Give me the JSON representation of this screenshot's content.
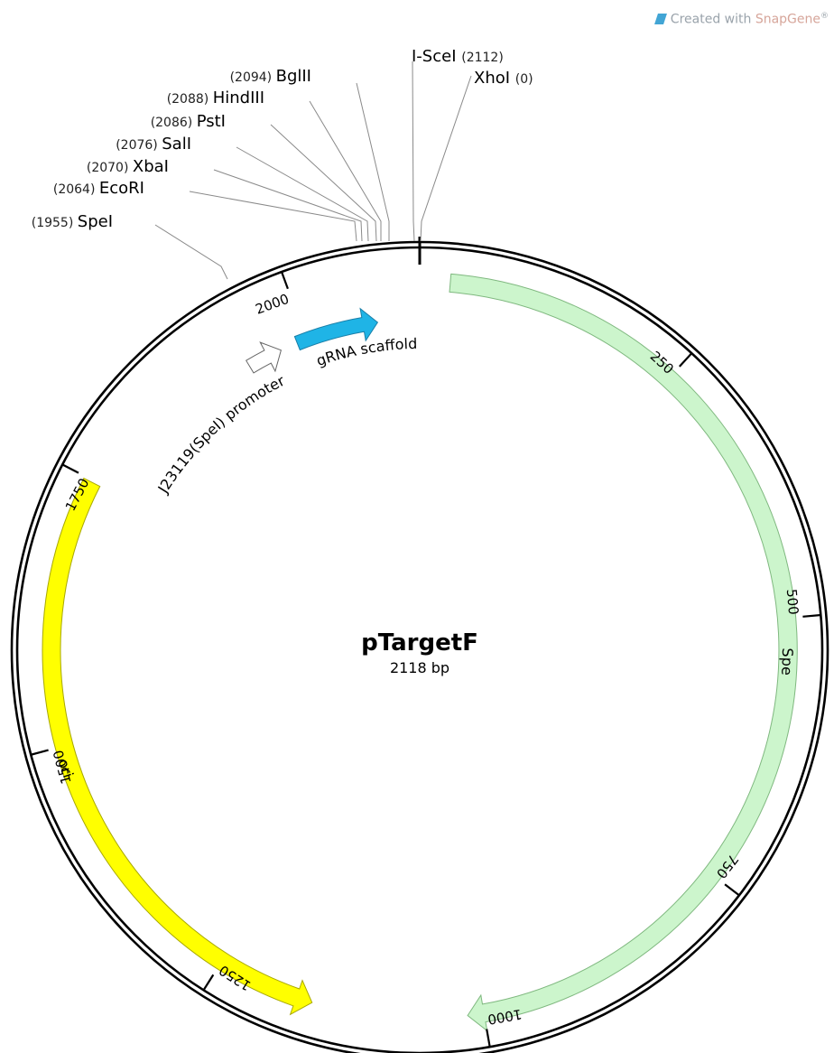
{
  "watermark": {
    "prefix": "Created with ",
    "brand": "SnapGene",
    "suffix": "®"
  },
  "plasmid": {
    "name": "pTargetF",
    "length_label": "2118 bp",
    "length_bp": 2118
  },
  "ticks": [
    {
      "bp": 250,
      "label": "250"
    },
    {
      "bp": 500,
      "label": "500"
    },
    {
      "bp": 750,
      "label": "750"
    },
    {
      "bp": 1000,
      "label": "1000"
    },
    {
      "bp": 1250,
      "label": "1250"
    },
    {
      "bp": 1500,
      "label": "1500"
    },
    {
      "bp": 1750,
      "label": "1750"
    },
    {
      "bp": 2000,
      "label": "2000"
    }
  ],
  "features": [
    {
      "name": "Spe",
      "start": 28,
      "end": 1015,
      "direction": "forward",
      "color": "#ccf5cc",
      "stroke": "#7fb87f"
    },
    {
      "name": "ori",
      "start": 1159,
      "end": 1748,
      "direction": "reverse",
      "color": "#ffff00",
      "stroke": "#a8a800"
    },
    {
      "name": "J23119(SpeI) promoter",
      "start": 1936,
      "end": 1972,
      "direction": "forward",
      "color": "#ffffff",
      "stroke": "#666666"
    },
    {
      "name": "gRNA scaffold",
      "start": 1990,
      "end": 2075,
      "direction": "forward",
      "color": "#1fb4e6",
      "stroke": "#1a7fa8"
    }
  ],
  "sites": [
    {
      "name": "SpeI",
      "position": "1955"
    },
    {
      "name": "EcoRI",
      "position": "2064"
    },
    {
      "name": "XbaI",
      "position": "2070"
    },
    {
      "name": "SalI",
      "position": "2076"
    },
    {
      "name": "PstI",
      "position": "2086"
    },
    {
      "name": "HindIII",
      "position": "2088"
    },
    {
      "name": "BglII",
      "position": "2094"
    },
    {
      "name": "I-SceI",
      "position": "2112"
    },
    {
      "name": "XhoI",
      "position": "0"
    }
  ]
}
